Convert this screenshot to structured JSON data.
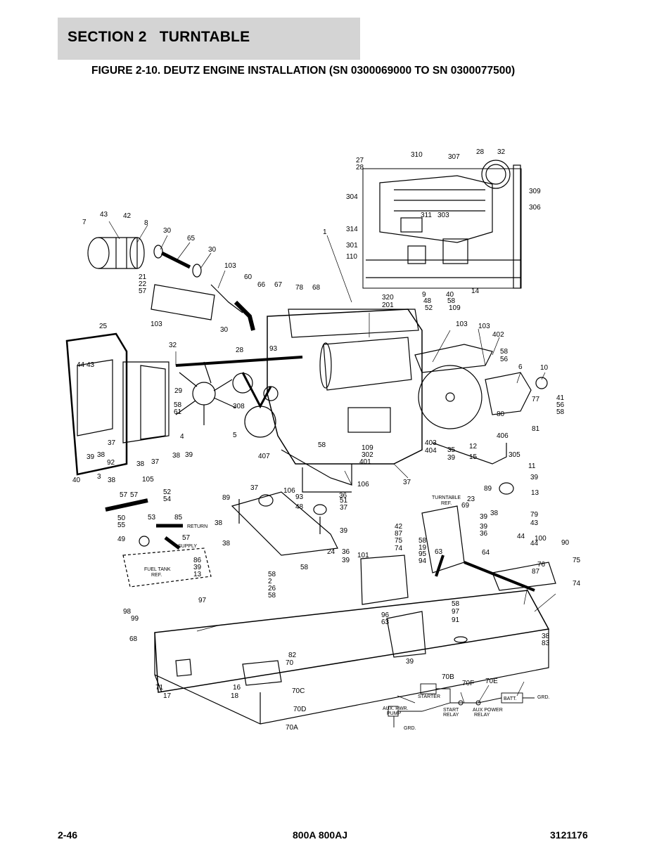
{
  "header": {
    "section_title": "SECTION 2   TURNTABLE",
    "figure_title": "FIGURE 2-10. DEUTZ ENGINE INSTALLATION (SN 0300069000 TO SN 0300077500)"
  },
  "footer": {
    "page_number": "2-46",
    "model": "800A 800AJ",
    "doc_number": "3121176"
  },
  "callouts": [
    "27",
    "28",
    "310",
    "307",
    "28",
    "32",
    "304",
    "309",
    "306",
    "311",
    "303",
    "314",
    "301",
    "110",
    "40",
    "58",
    "109",
    "14",
    "9",
    "48",
    "52",
    "1",
    "320",
    "201",
    "7",
    "43",
    "42",
    "8",
    "30",
    "65",
    "30",
    "103",
    "21",
    "22",
    "57",
    "60",
    "66",
    "67",
    "78",
    "68",
    "103",
    "30",
    "25",
    "32",
    "44",
    "43",
    "28",
    "93",
    "103",
    "103",
    "402",
    "58",
    "56",
    "6",
    "10",
    "29",
    "58",
    "61",
    "308",
    "5",
    "4",
    "77",
    "41",
    "56",
    "58",
    "80",
    "81",
    "406",
    "39",
    "38",
    "37",
    "38",
    "37",
    "38",
    "39",
    "38",
    "3",
    "92",
    "105",
    "40",
    "58",
    "109",
    "302",
    "401",
    "407",
    "403",
    "404",
    "35",
    "39",
    "12",
    "15",
    "305",
    "106",
    "37",
    "11",
    "39",
    "89",
    "13",
    "37",
    "106",
    "89",
    "93",
    "48",
    "51",
    "57",
    "52",
    "54",
    "57",
    "50",
    "55",
    "53",
    "85",
    "49",
    "57",
    "86",
    "39",
    "13",
    "36",
    "39",
    "38",
    "36",
    "39",
    "38",
    "58",
    "37",
    "24",
    "23",
    "69",
    "39",
    "39",
    "36",
    "38",
    "79",
    "44",
    "43",
    "42",
    "87",
    "75",
    "74",
    "58",
    "19",
    "95",
    "94",
    "101",
    "63",
    "64",
    "90",
    "44",
    "100",
    "76",
    "87",
    "75",
    "74",
    "58",
    "2",
    "26",
    "58",
    "97",
    "98",
    "99",
    "58",
    "97",
    "91",
    "96",
    "63",
    "68",
    "39",
    "38",
    "83",
    "82",
    "70",
    "71",
    "17",
    "16",
    "18",
    "70C",
    "70D",
    "70A",
    "70B",
    "70F",
    "70E"
  ],
  "reference_labels": {
    "return": "RETURN",
    "supply": "SUPPLY",
    "fuel_tank_ref_1": "FUEL TANK",
    "fuel_tank_ref_2": "REF.",
    "turntable_ref_1": "TURNTABLE",
    "turntable_ref_2": "REF."
  },
  "schematic_labels": {
    "starter": "STARTER",
    "batt": "BATT.",
    "grd_right": "GRD.",
    "aux_pwr_pump_1": "AUX. PWR.",
    "aux_pwr_pump_2": "PUMP",
    "start_relay_1": "START",
    "start_relay_2": "RELAY",
    "aux_power_relay_1": "AUX POWER",
    "aux_power_relay_2": "RELAY",
    "grd_bottom": "GRD."
  }
}
